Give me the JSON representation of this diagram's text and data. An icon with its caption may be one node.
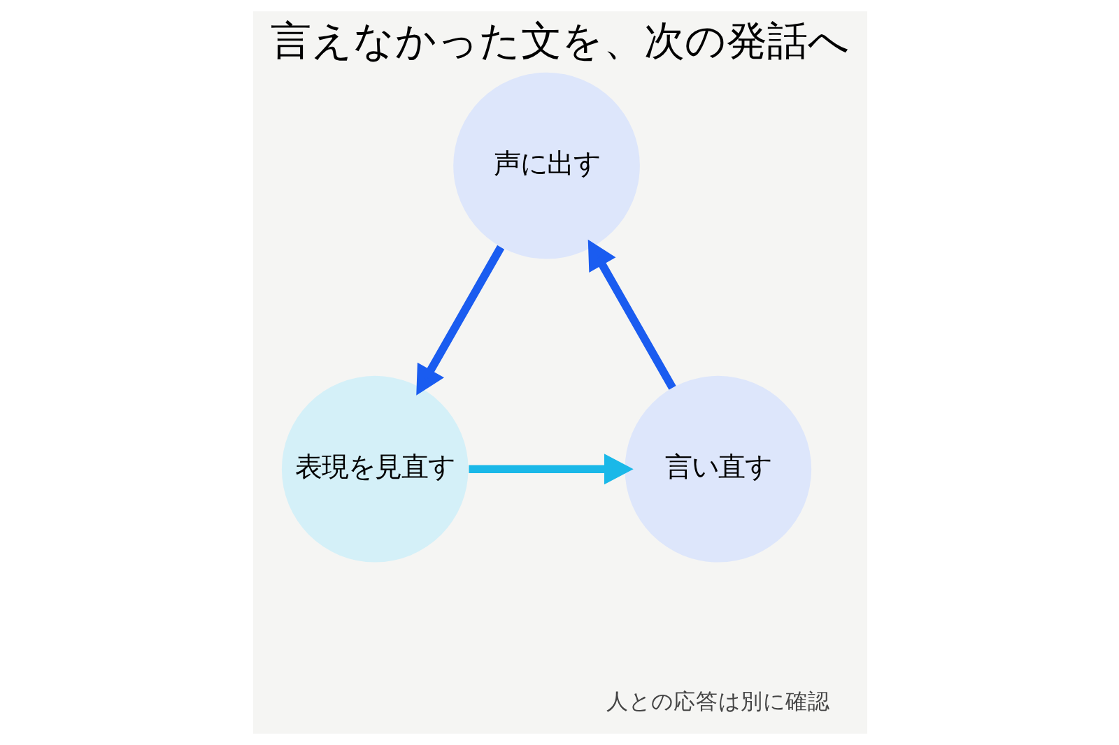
{
  "diagram": {
    "title": "言えなかった文を、次の発話へ",
    "nodes": [
      {
        "text": [
          "声に出す"
        ]
      },
      {
        "text": [
          "表現を見直す"
        ]
      },
      {
        "text": [
          "言い直す"
        ]
      }
    ],
    "edges": [
      {
        "from": 0,
        "to": 1,
        "arrow": "to"
      },
      {
        "from": 1,
        "to": 2,
        "arrow": "to",
        "color": "#1ab8e8"
      },
      {
        "from": 2,
        "to": 0,
        "arrow": "to"
      }
    ],
    "labels": [
      "人との応答は別に確認"
    ]
  }
}
